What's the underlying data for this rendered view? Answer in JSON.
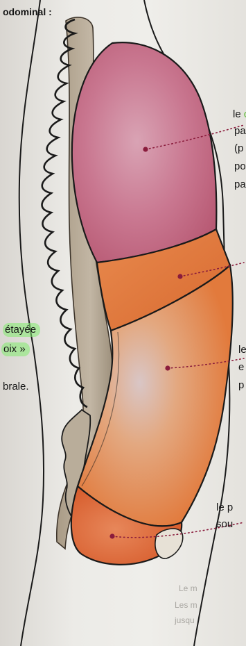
{
  "heading_fragment": "odominal :",
  "right_labels": [
    {
      "lines": [
        "le",
        "pa",
        "(p",
        "po",
        "pa"
      ],
      "green_prefix": "le ",
      "green_tail": "c"
    },
    {
      "lines": [
        "le",
        "e",
        "p"
      ]
    },
    {
      "lines": [
        "le p",
        "sou"
      ]
    }
  ],
  "left_labels": {
    "line1": "étayée",
    "line2": "oix »",
    "line3": "brale."
  },
  "faint_text": [
    "Le m",
    "Les m",
    "jusqu"
  ],
  "colors": {
    "lung": "#c9748c",
    "diaphragm_band": "#e07a3e",
    "abdomen": "#e8874b",
    "pelvis": "#e06a36",
    "spine": "#b8ab98",
    "outline": "#1a1a1a",
    "leader": "#8a1c3c",
    "highlight": "#82eb6e"
  },
  "icons": [
    "torso-outline",
    "spine-illustration",
    "lung-region",
    "diaphragm-region",
    "abdomen-region",
    "pelvic-region"
  ]
}
